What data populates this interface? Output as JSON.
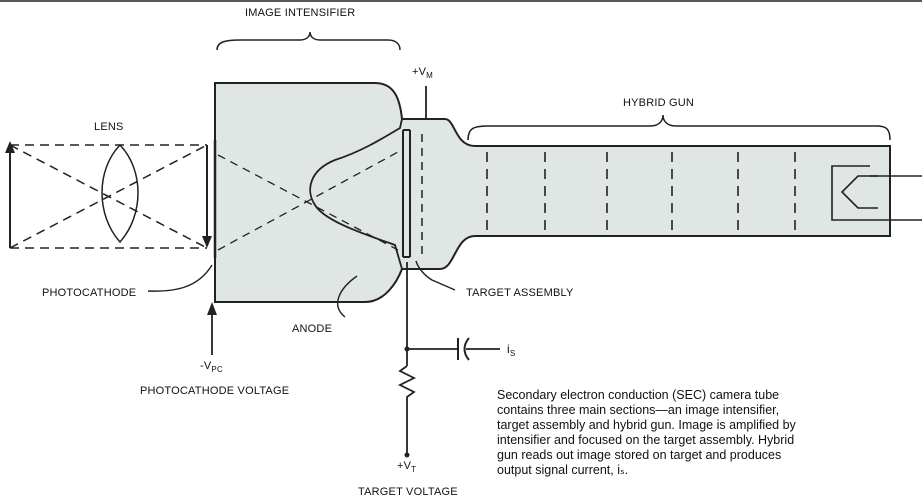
{
  "labels": {
    "image_intensifier": "IMAGE INTENSIFIER",
    "lens": "LENS",
    "hybrid_gun": "HYBRID GUN",
    "photocathode": "PHOTOCATHODE",
    "target_assembly": "TARGET ASSEMBLY",
    "anode": "ANODE",
    "vm": "+V",
    "vm_sub": "M",
    "vpc": "-V",
    "vpc_sub": "PC",
    "photocathode_voltage": "PHOTOCATHODE VOLTAGE",
    "vt": "+V",
    "vt_sub": "T",
    "target_voltage": "TARGET VOLTAGE",
    "is": "i",
    "is_sub": "S"
  },
  "caption": [
    "Secondary electron conduction (SEC) camera tube",
    "contains three main sections—an image intensifier,",
    "target assembly and hybrid gun. Image is amplified by",
    "intensifier and focused on the target assembly. Hybrid",
    "gun reads out image stored on target and produces",
    "output  signal  current,  iₛ."
  ]
}
